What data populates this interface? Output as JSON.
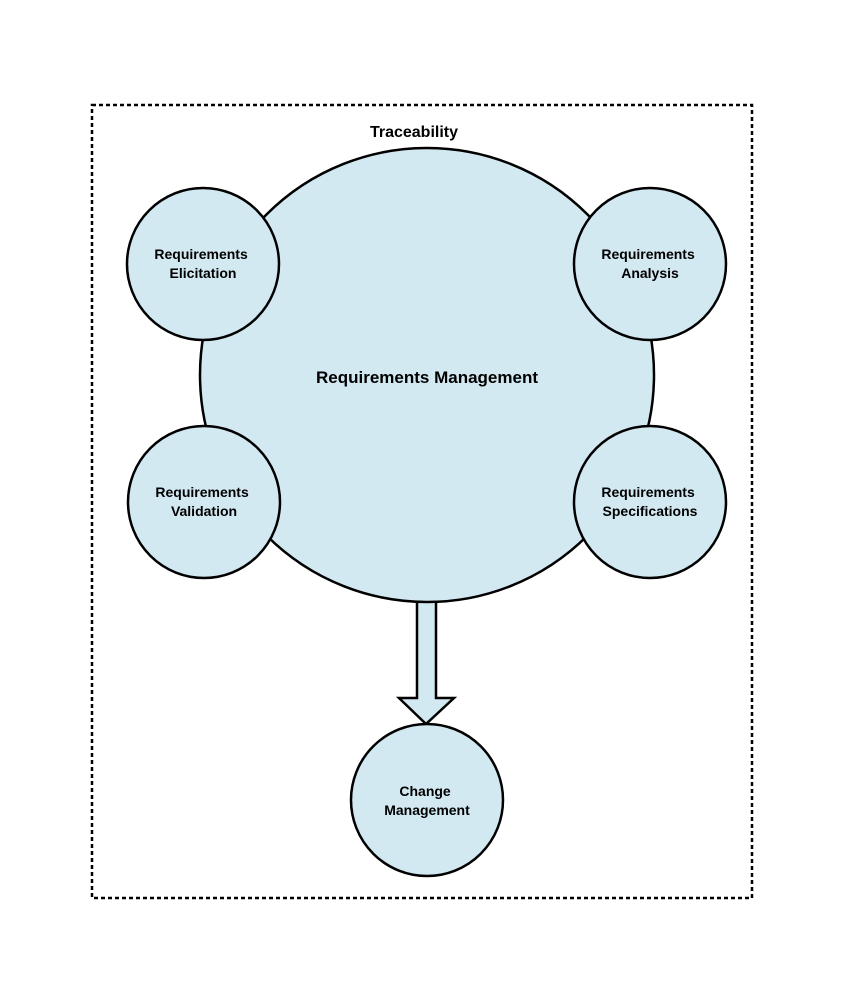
{
  "diagram": {
    "frame_title": "Traceability",
    "center": {
      "label": "Requirements Management"
    },
    "nodes": [
      {
        "id": "elicitation",
        "lines": [
          "Requirements",
          "Elicitation"
        ]
      },
      {
        "id": "analysis",
        "lines": [
          "Requirements",
          "Analysis"
        ]
      },
      {
        "id": "validation",
        "lines": [
          "Requirements",
          "Validation"
        ]
      },
      {
        "id": "specifications",
        "lines": [
          "Requirements",
          "Specifications"
        ]
      },
      {
        "id": "change",
        "lines": [
          "Change",
          "Management"
        ]
      }
    ],
    "colors": {
      "fill": "#d3e9f1",
      "stroke": "#000000"
    }
  }
}
